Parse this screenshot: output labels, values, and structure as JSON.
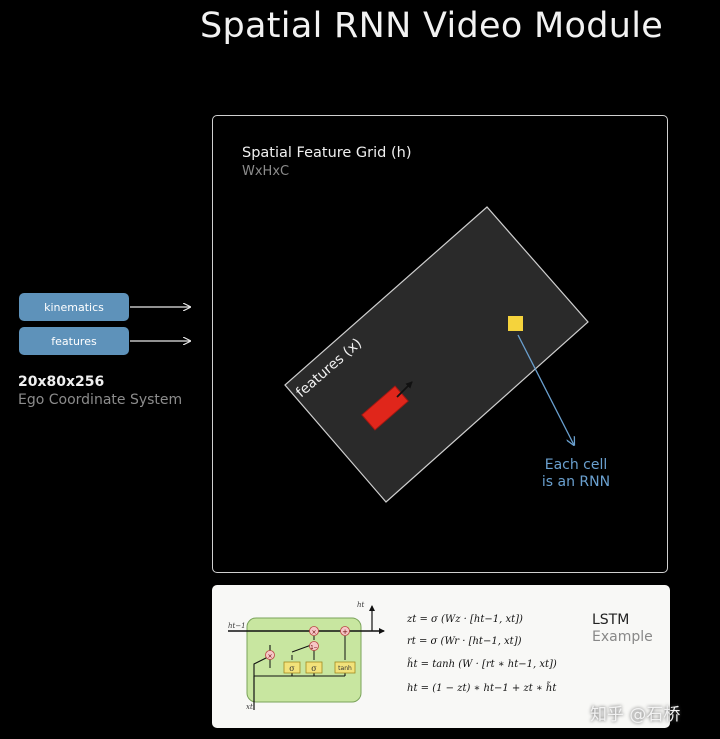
{
  "title": "Spatial RNN Video Module",
  "grid": {
    "title": "Spatial Feature Grid (h)",
    "dims": "WxHxC",
    "features_label": "features (x)",
    "cell_note_line1": "Each cell",
    "cell_note_line2": "is an RNN"
  },
  "inputs": {
    "kinematics": "kinematics",
    "features": "features",
    "shape": "20x80x256",
    "coord_system": "Ego Coordinate System"
  },
  "lstm": {
    "label_line1": "LSTM",
    "label_line2": "Example",
    "equations": [
      "zt = σ (Wz · [ht−1, xt])",
      "rt = σ (Wr · [ht−1, xt])",
      "h̃t = tanh (W · [rt ∗ ht−1, xt])",
      "ht = (1 − zt) ∗ ht−1 + zt ∗ h̃t"
    ],
    "diagram": {
      "h_prev": "ht−1",
      "h_out": "ht",
      "x_in": "xt",
      "gate_sigma_1": "σ",
      "gate_sigma_2": "σ",
      "gate_tanh": "tanh",
      "op_mult_1": "×",
      "op_mult_2": "×",
      "op_plus": "+",
      "op_one_minus": "1−"
    }
  },
  "watermark": "知乎 @石桥",
  "colors": {
    "background": "#000000",
    "input_button": "#5e92ba",
    "grid_fill": "#2a2a2a",
    "vehicle": "#e0261b",
    "cell": "#f5d33c",
    "cell_arrow": "#6aa0cf",
    "lstm_cell": "#c8e6a0",
    "lstm_gate": "#f2e27a"
  }
}
